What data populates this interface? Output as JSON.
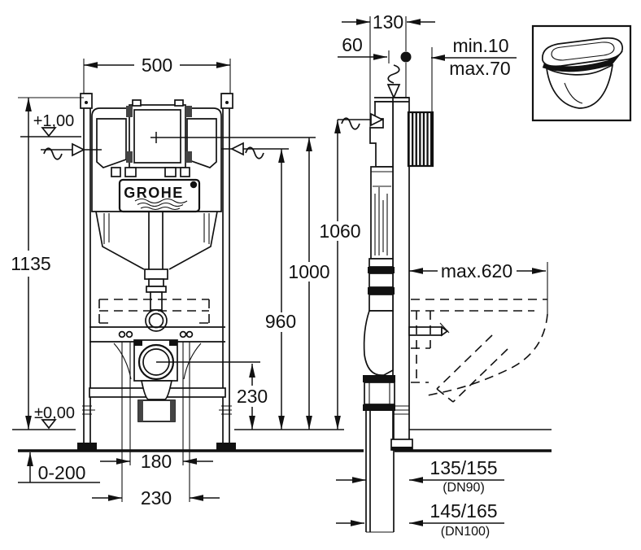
{
  "brand": "GROHE",
  "style": {
    "line_color": "#111111",
    "background": "#ffffff"
  },
  "front_view": {
    "width": "500",
    "overall_height": "1135",
    "level_upper": "+1,00",
    "level_zero": "±0,00",
    "floor_adjust": "0-200",
    "stud_spacing_inner": "180",
    "stud_spacing_outer": "230",
    "drain_center_height": "230",
    "actuator_height": "960",
    "water_level_height": "1000",
    "supply_height": "1060"
  },
  "side_view": {
    "frame_depth": "130",
    "supply_offset": "60",
    "wall_finish_min": "min.10",
    "wall_finish_max": "max.70",
    "bowl_projection": "max.620",
    "drain_offset_dn90": "135/155",
    "drain_dn90_note": "(DN90)",
    "drain_offset_dn100": "145/165",
    "drain_dn100_note": "(DN100)"
  }
}
